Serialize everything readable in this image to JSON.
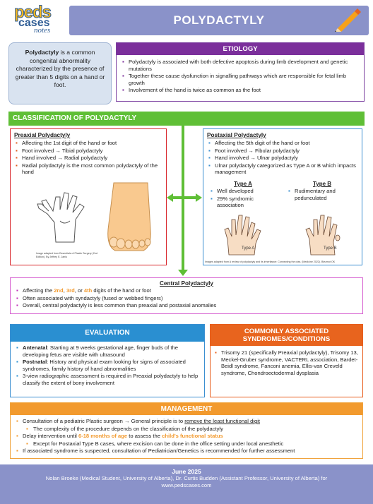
{
  "logo": {
    "peds": "peds",
    "cases": "cases",
    "notes": "notes"
  },
  "title": "POLYDACTYLY",
  "definition": {
    "term": "Polydactyly",
    "text": " is a common congenital abnormality characterized by the presence of greater than 5 digits on a hand or foot."
  },
  "etiology": {
    "header": "ETIOLOGY",
    "items": [
      "Polydactyly is associated with both defective apoptosis during limb development and genetic mutations",
      "Together these cause dysfunction in signalling pathways which are responsible for fetal limb growth",
      "Involvement of the hand is twice as common as the foot"
    ]
  },
  "classification": {
    "header": "CLASSIFICATION OF POLYDACTYLY",
    "preaxial": {
      "title": "Preaxial Polydactyly",
      "items": [
        "Affecting the 1st digit of the hand or foot",
        "Foot involved → Tibial polydactyly",
        "Hand involved → Radial polydactyly",
        "Radial polydactyly is the most common polydactyly of the hand"
      ],
      "caption": "Image adapted from Essentials of Plastic Surgery (2nd Edition). By Jeffrey E. Janis"
    },
    "postaxial": {
      "title": "Postaxial Polydactyly",
      "items": [
        "Affecting the 5th digit of the hand or foot",
        "Foot involved → Fibular polydactyly",
        "Hand involved → Ulnar polydactyly",
        "Ulnar polydactyly categorized as Type A or B which impacts management"
      ],
      "type_a": {
        "title": "Type A",
        "items": [
          "Well developed",
          "29% syndromic association"
        ],
        "label": "Type A"
      },
      "type_b": {
        "title": "Type B",
        "items": [
          "Rudimentary and pedunculated"
        ],
        "label": "Type B"
      },
      "caption": "Images adapted from A review of polydactyly and its inheritance: Connecting the dots. (Medicine 2022). Biezmot OK"
    },
    "central": {
      "title": "Central Polydactyly",
      "items": [
        "Often associated with syndactyly (fused or webbed fingers)",
        "Overall, central polydactyly is less common than preaxial and postaxial anomalies"
      ],
      "first_pre": "Affecting the ",
      "d2": "2nd",
      "d3": "3rd",
      "d4": "4th",
      "first_post": " digits of the hand or foot"
    }
  },
  "evaluation": {
    "header": "EVALUATION",
    "items": [
      {
        "label": "Antenatal",
        "text": ": Starting at 9 weeks gestational age, finger buds of the developing fetus are visible with ultrasound"
      },
      {
        "label": "Postnatal",
        "text": ": History and physical exam looking for signs of associated syndromes, family history of hand abnormalities"
      },
      {
        "label": "",
        "text": "3-view radiographic assessment is required in Preaxial polydactyly to help classify the extent of bony involvement"
      }
    ]
  },
  "associated": {
    "header": "COMMONLY ASSOCIATED SYNDROMES/CONDITIONS",
    "text": "Trisomy 21 (specifically Preaxial polydactyly), Trisomy 13, Meckel-Gruber syndrome, VACTERL association, Bardet-Beidl syndrome, Fanconi anemia, Ellis-van Creveld syndrome, Chondroectodermal dysplasia"
  },
  "management": {
    "header": "MANAGEMENT",
    "line1_pre": "Consultation of a pediatric Plastic surgeon → General principle is to ",
    "line1_u": "remove the least functional digit",
    "line2": "The complexity of the procedure depends on the classification of the polydactyly",
    "line3_pre": "Delay intervention until ",
    "line3_a": "6-18 months of age",
    "line3_mid": " to assess the ",
    "line3_b": "child's functional status",
    "line4": "Except for Postaxial Type B cases, where excision can be done in the office setting under local anesthetic",
    "line5": "If associated syndrome is suspected, consultation of Pediatrician/Genetics is recommended for further assessment"
  },
  "footer": {
    "date": "June 2025",
    "authors": "Nolan Broeke (Medical Student, University of Alberta), Dr. Curtis Budden (Assistant Professor, University of Alberta) for www.pedscases.com"
  },
  "colors": {
    "title": "#8a92c9",
    "etiology": "#7b2f9b",
    "classification": "#5fbf36",
    "preaxial": "#d9262b",
    "postaxial": "#3b8fd1",
    "central": "#d65fd0",
    "evaluation": "#2a8fd1",
    "associated": "#e8641e",
    "management": "#f29a2e"
  }
}
